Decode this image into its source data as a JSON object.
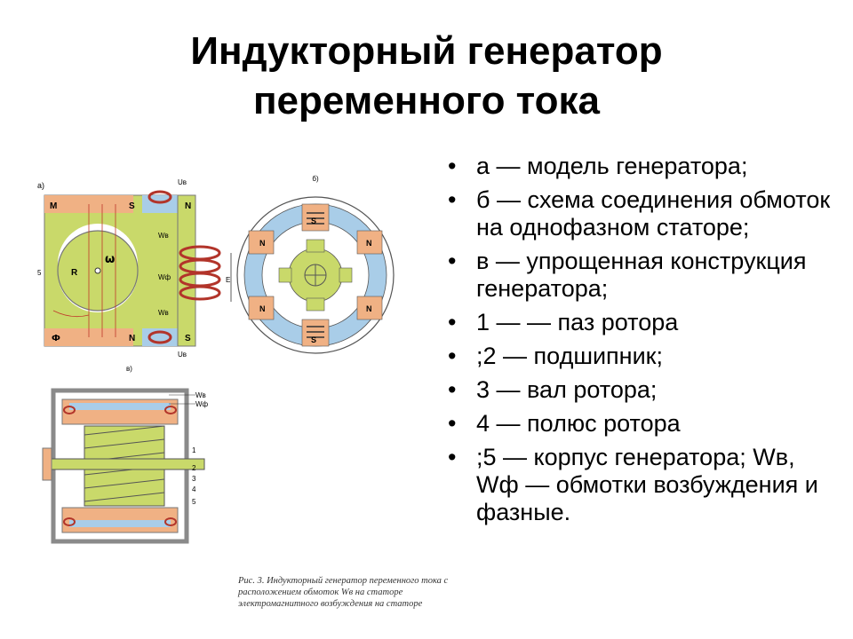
{
  "title": {
    "line1": "Индукторный генератор",
    "line2": "переменного тока"
  },
  "items": [
    "а — модель генератора;",
    "б — схема соединения обмоток на однофазном статоре;",
    "в — упрощенная конструкция генератора;",
    "1 — — паз ротора",
    ";2 — подшипник;",
    "3 — вал ротора;",
    "4 — полюс ротора",
    ";5 — корпус генератора; Wв, Wф — обмотки возбуждения и фазные."
  ],
  "figure": {
    "label_a": "а)",
    "label_b": "б)",
    "label_v": "в)",
    "poles": {
      "m": "M",
      "s": "S",
      "n": "N",
      "r": "R",
      "omega": "ω",
      "phi": "Ф"
    },
    "winding_labels": {
      "wv": "Wв",
      "wf": "Wф",
      "uv": "Uв",
      "e": "E"
    },
    "caption": "Рис. 3. Индукторный генератор переменного тока с расположением обмоток Wв на статоре электромагнитного возбуждения на статоре",
    "numbers": [
      "1",
      "2",
      "3",
      "4",
      "5"
    ],
    "side_number": "5"
  },
  "colors": {
    "rotor_green": "#c9d96a",
    "pole_orange": "#f0b184",
    "stator_blue": "#a9cde8",
    "coil_red": "#b2342a",
    "frame_gray": "#8a8a8a"
  }
}
